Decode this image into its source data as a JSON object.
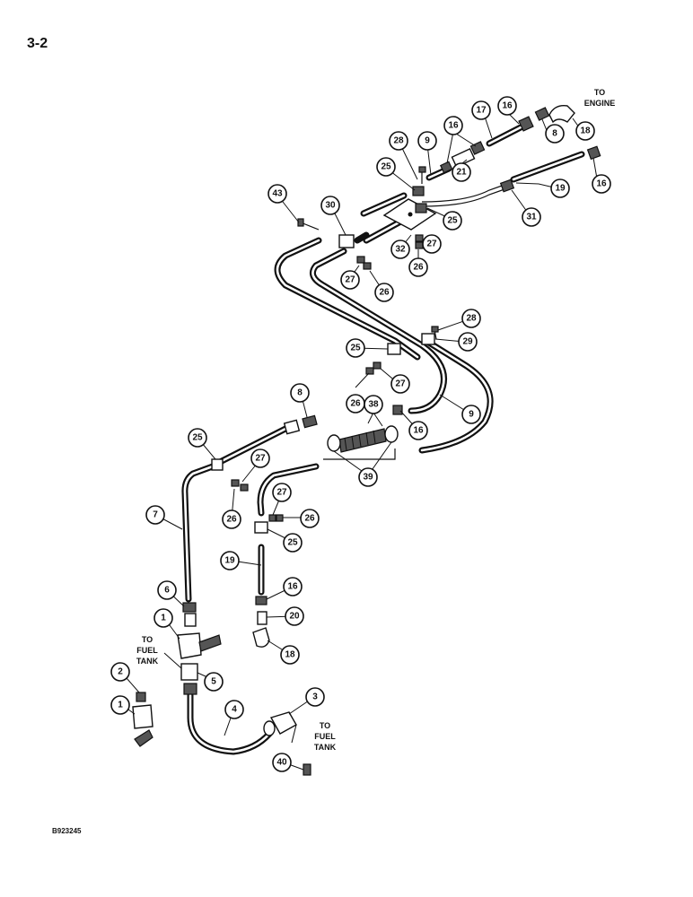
{
  "page_number": "3-2",
  "figure_code": "B923245",
  "notes": {
    "to_engine": [
      "TO",
      "ENGINE"
    ],
    "to_fuel_tank_left": [
      "TO",
      "FUEL",
      "TANK"
    ],
    "to_fuel_tank_right": [
      "TO",
      "FUEL",
      "TANK"
    ]
  },
  "callouts": {
    "c16a": "16",
    "c8a": "8",
    "c18a": "18",
    "c17": "17",
    "c16b": "16",
    "c9a": "9",
    "c28a": "28",
    "c25a": "25",
    "c21": "21",
    "c16c": "16",
    "c19a": "19",
    "c43": "43",
    "c30": "30",
    "c25b": "25",
    "c31": "31",
    "c32": "32",
    "c27a": "27",
    "c26a": "26",
    "c27b": "27",
    "c26b": "26",
    "c28b": "28",
    "c29": "29",
    "c25c": "25",
    "c27c": "27",
    "c26c": "26",
    "c38": "38",
    "c16d": "16",
    "c9b": "9",
    "c8b": "8",
    "c39": "39",
    "c25d": "25",
    "c27d": "27",
    "c26d": "26",
    "c27e": "27",
    "c26e": "26",
    "c25e": "25",
    "c7": "7",
    "c19b": "19",
    "c16e": "16",
    "c20": "20",
    "c18b": "18",
    "c6": "6",
    "c1a": "1",
    "c5": "5",
    "c2": "2",
    "c1b": "1",
    "c4": "4",
    "c3": "3",
    "c40": "40"
  }
}
